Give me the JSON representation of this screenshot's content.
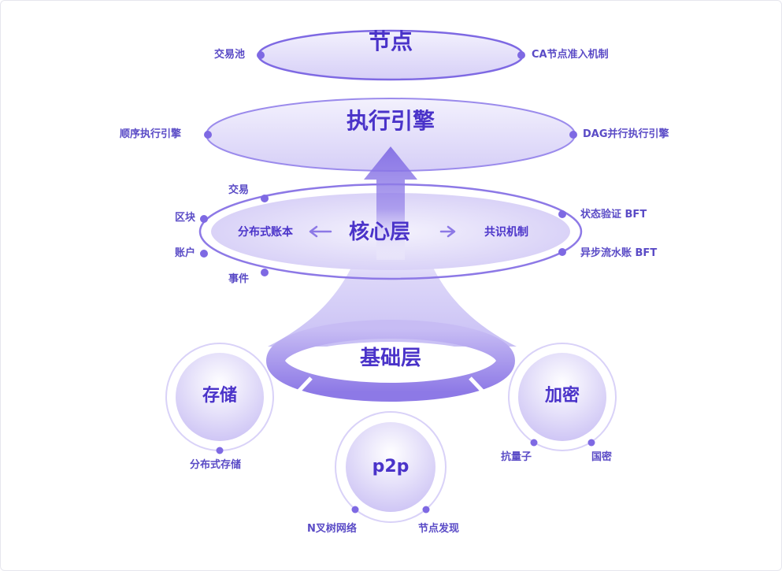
{
  "node_layer": {
    "title": "节点",
    "left_label": "交易池",
    "right_label": "CA节点准入机制"
  },
  "execution_layer": {
    "title": "执行引擎",
    "left_label": "顺序执行引擎",
    "right_label": "DAG并行执行引擎"
  },
  "core_layer": {
    "title": "核心层",
    "left_inner": "分布式账本",
    "right_inner": "共识机制",
    "left_labels": [
      "交易",
      "区块",
      "账户",
      "事件"
    ],
    "right_labels": [
      "状态验证 BFT",
      "异步流水账 BFT"
    ]
  },
  "base_layer": {
    "title": "基础层"
  },
  "storage": {
    "title": "存储",
    "labels": [
      "分布式存储"
    ]
  },
  "crypto": {
    "title": "加密",
    "labels": [
      "抗量子",
      "国密"
    ]
  },
  "p2p": {
    "title": "p2p",
    "labels": [
      "N叉树网络",
      "节点发现"
    ]
  },
  "colors": {
    "primary": "#4a33c9",
    "accent": "#6b55e0",
    "light": "#e9e6fb",
    "label": "#5a4bc6"
  }
}
